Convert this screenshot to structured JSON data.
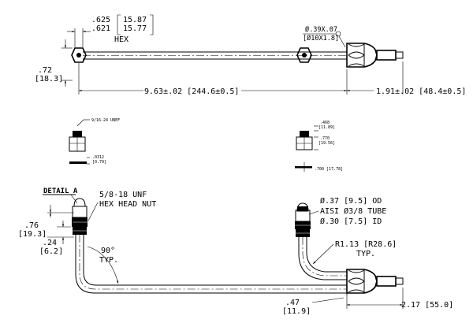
{
  "top_view": {
    "dim_hex_in_top": ".625",
    "dim_hex_in_bottom": ".621",
    "dim_hex_mm_top": "15.87",
    "dim_hex_mm_bottom": "15.77",
    "hex_label": "HEX",
    "tube_callout_in": "Ø.39X.07",
    "tube_callout_mm": "[Ø10X1.8]",
    "left_height_in": ".72",
    "left_height_mm": "[18.3]",
    "length_main": "9.63±.02 [244.6±0.5]",
    "length_right": "1.91±.02 [48.4±0.5]"
  },
  "nut_detail_left": {
    "thread_label": "9/16-24 UNEF",
    "washer_in": ".0312",
    "washer_mm": "[0.79]"
  },
  "nut_detail_right": {
    "dim1_in": ".468",
    "dim1_mm": "[11.89]",
    "dim2_in": ".770",
    "dim2_mm": "[19.56]",
    "washer_dim": ".700 [17.78]"
  },
  "bottom_view": {
    "detail_label": "DETAIL A",
    "nut_label_line1": "5/8-18 UNF",
    "nut_label_line2": "HEX HEAD NUT",
    "dim_76_in": ".76",
    "dim_76_mm": "[19.3]",
    "dim_24_in": ".24",
    "dim_24_mm": "[6.2]",
    "angle_label": "90°",
    "angle_typ": "TYP.",
    "od_label": "Ø.37 [9.5] OD",
    "tube_label": "AISI Ø3/8 TUBE",
    "id_label": "Ø.30 [7.5] ID",
    "radius_label": "R1.13 [R28.6]",
    "radius_typ": "TYP.",
    "dim_47_in": ".47",
    "dim_47_mm": "[11.9]",
    "dim_217": "2.17 [55.0]"
  }
}
